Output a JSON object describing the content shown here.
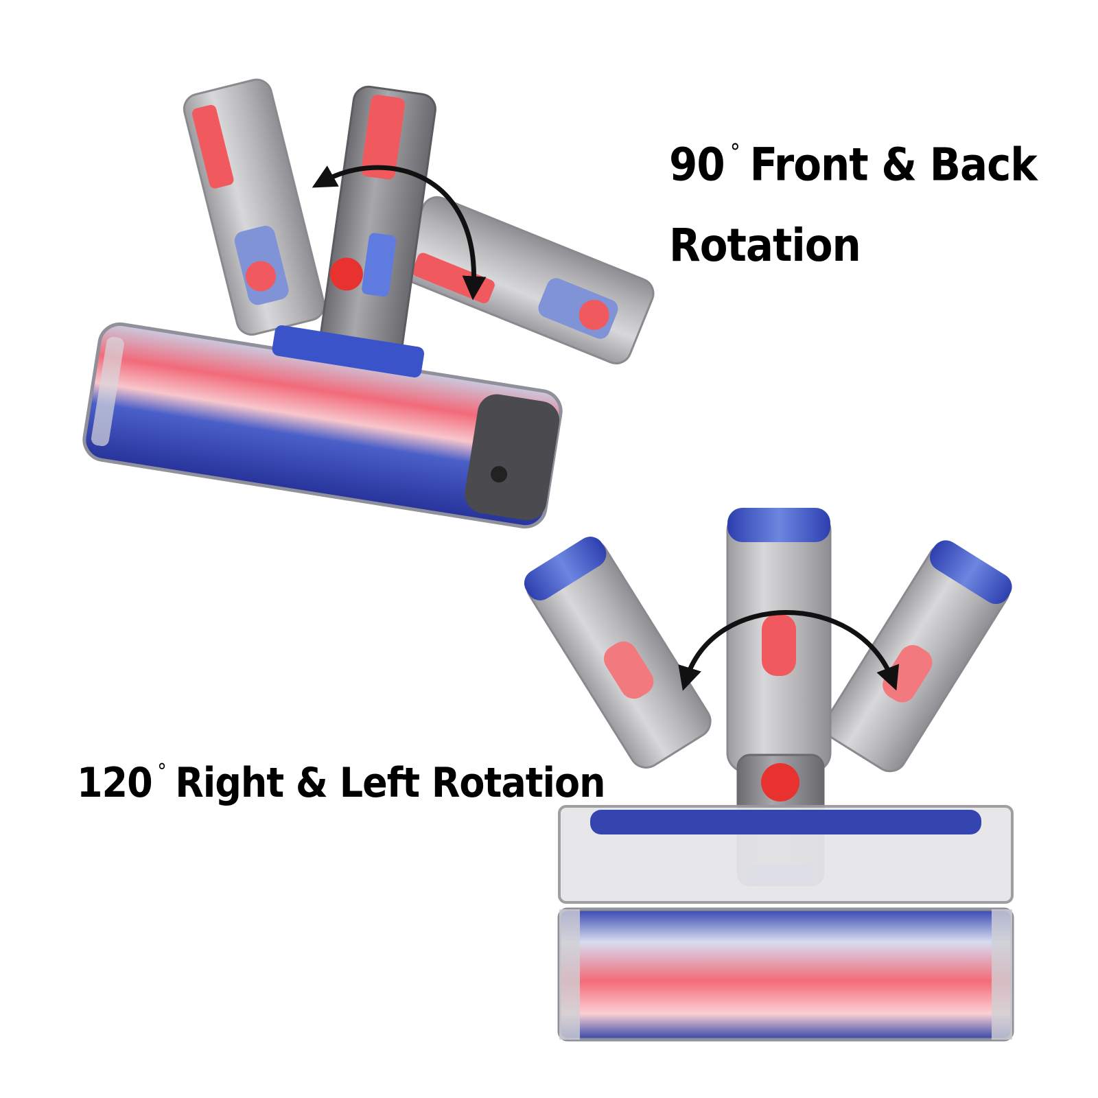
{
  "captions": {
    "front_back": {
      "angle": "90",
      "degree_symbol": "°",
      "label": "Front & Back",
      "line2": "Rotation"
    },
    "right_left": {
      "angle": "120",
      "degree_symbol": "°",
      "label": "Right & Left Rotation"
    }
  },
  "colors": {
    "background": "#ffffff",
    "text": "#000000",
    "body_grey": "#b7b7b9",
    "dark_grey": "#8a8a8e",
    "accent_red": "#f05a5e",
    "accent_blue": "#2f3fa8",
    "arrow": "#111111"
  },
  "icons": [
    "rotation-arrow-icon"
  ]
}
